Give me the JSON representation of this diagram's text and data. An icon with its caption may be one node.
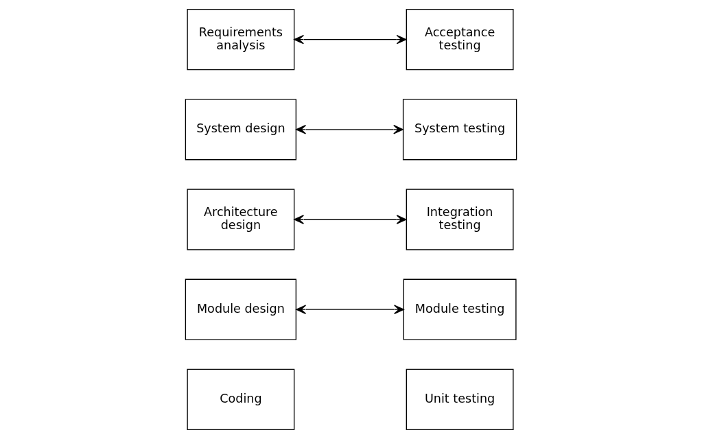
{
  "diagram": {
    "nodes": [
      {
        "text": [
          "Requirements analysis"
        ]
      },
      {
        "text": [
          "System design"
        ]
      },
      {
        "text": [
          "Architecture design"
        ]
      },
      {
        "text": [
          "Module design"
        ]
      },
      {
        "text": [
          "Coding"
        ]
      },
      {
        "text": [
          "Acceptance testing"
        ]
      },
      {
        "text": [
          "System testing"
        ]
      },
      {
        "text": [
          "Integration testing"
        ]
      },
      {
        "text": [
          "Module testing"
        ]
      },
      {
        "text": [
          "Unit testing"
        ]
      }
    ],
    "edges": [
      {
        "from": 0,
        "to": 5,
        "arrow": "both"
      },
      {
        "from": 1,
        "to": 6,
        "arrow": "both"
      },
      {
        "from": 2,
        "to": 7,
        "arrow": "both"
      },
      {
        "from": 3,
        "to": 8,
        "arrow": "both"
      }
    ]
  }
}
